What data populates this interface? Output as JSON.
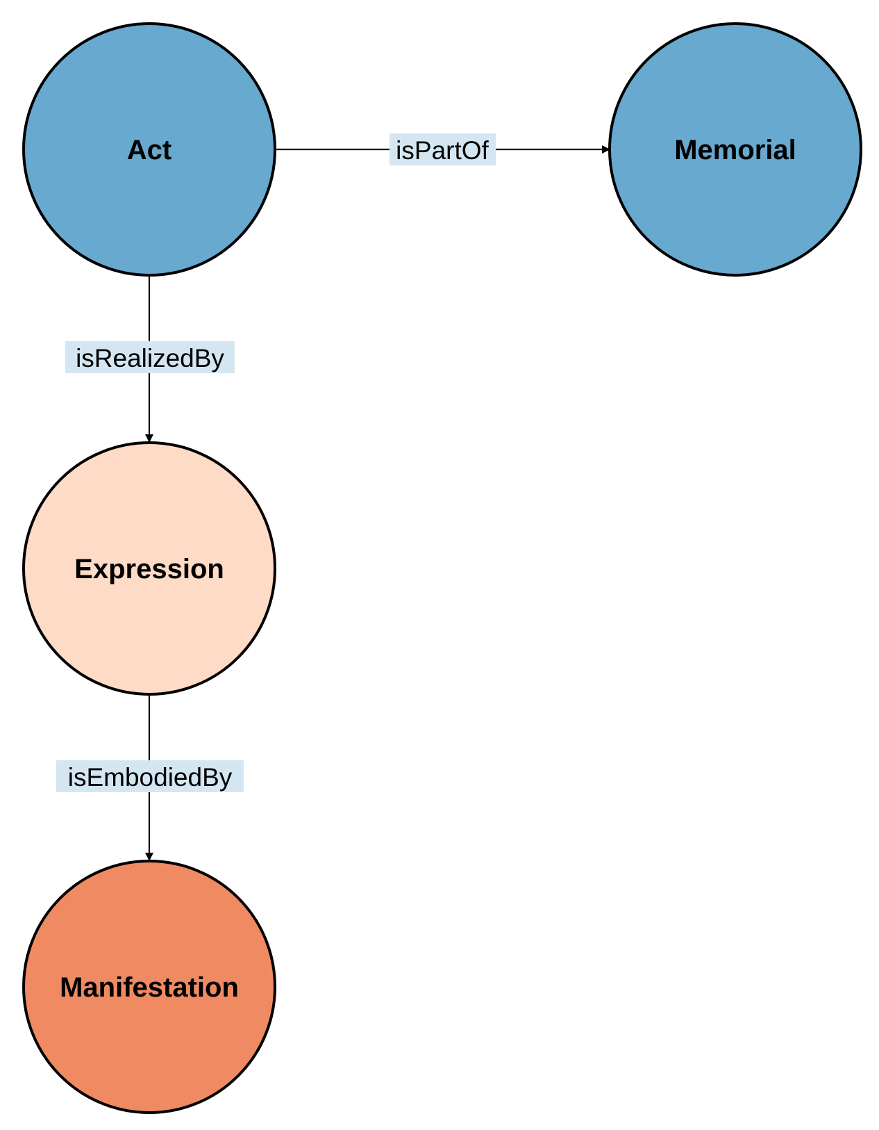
{
  "diagram": {
    "nodes": [
      {
        "id": "act",
        "label": "Act",
        "color": "#67a9cf"
      },
      {
        "id": "memorial",
        "label": "Memorial",
        "color": "#67a9cf"
      },
      {
        "id": "expression",
        "label": "Expression",
        "color": "#fddbc7"
      },
      {
        "id": "manifestation",
        "label": "Manifestation",
        "color": "#ef8a62"
      }
    ],
    "edges": [
      {
        "from": "act",
        "to": "memorial",
        "label": "isPartOf"
      },
      {
        "from": "act",
        "to": "expression",
        "label": "isRealizedBy"
      },
      {
        "from": "expression",
        "to": "manifestation",
        "label": "isEmbodiedBy"
      }
    ],
    "edge_label_bg": "#d4e6f1"
  }
}
